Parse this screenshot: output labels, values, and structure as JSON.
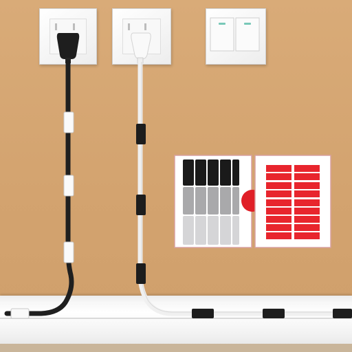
{
  "scene": {
    "description_colors": {
      "wall": "#d6a873",
      "baseboard": "#f4f4f4",
      "black_cable": "#1f1f1f",
      "white_cable": "#f2f2f2",
      "red_adhesive": "#e8252d"
    },
    "items": {
      "outlets": 2,
      "switches": 1,
      "black_clips_on_black_cable": 3,
      "black_clips_on_white_cable": 3,
      "clips_on_baseboard": 4,
      "adhesive_pads_columns": 2,
      "adhesive_pads_rows": 10
    }
  }
}
